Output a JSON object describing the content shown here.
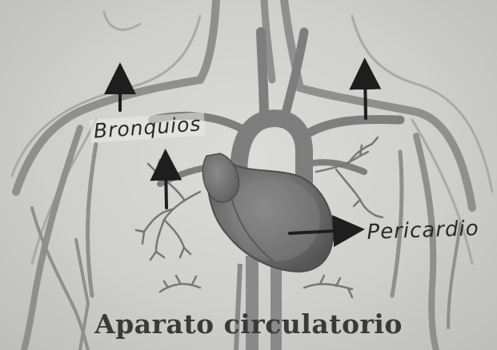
{
  "title": "Aparato circulatorio",
  "labels": {
    "bronquios": "Bronquios",
    "pericardio": "Pericardio"
  },
  "colors": {
    "background": "#cfcfcd",
    "vessel": "#8f8f8f",
    "heart": "#6e6e6e",
    "ink": "#1e1e1e"
  }
}
